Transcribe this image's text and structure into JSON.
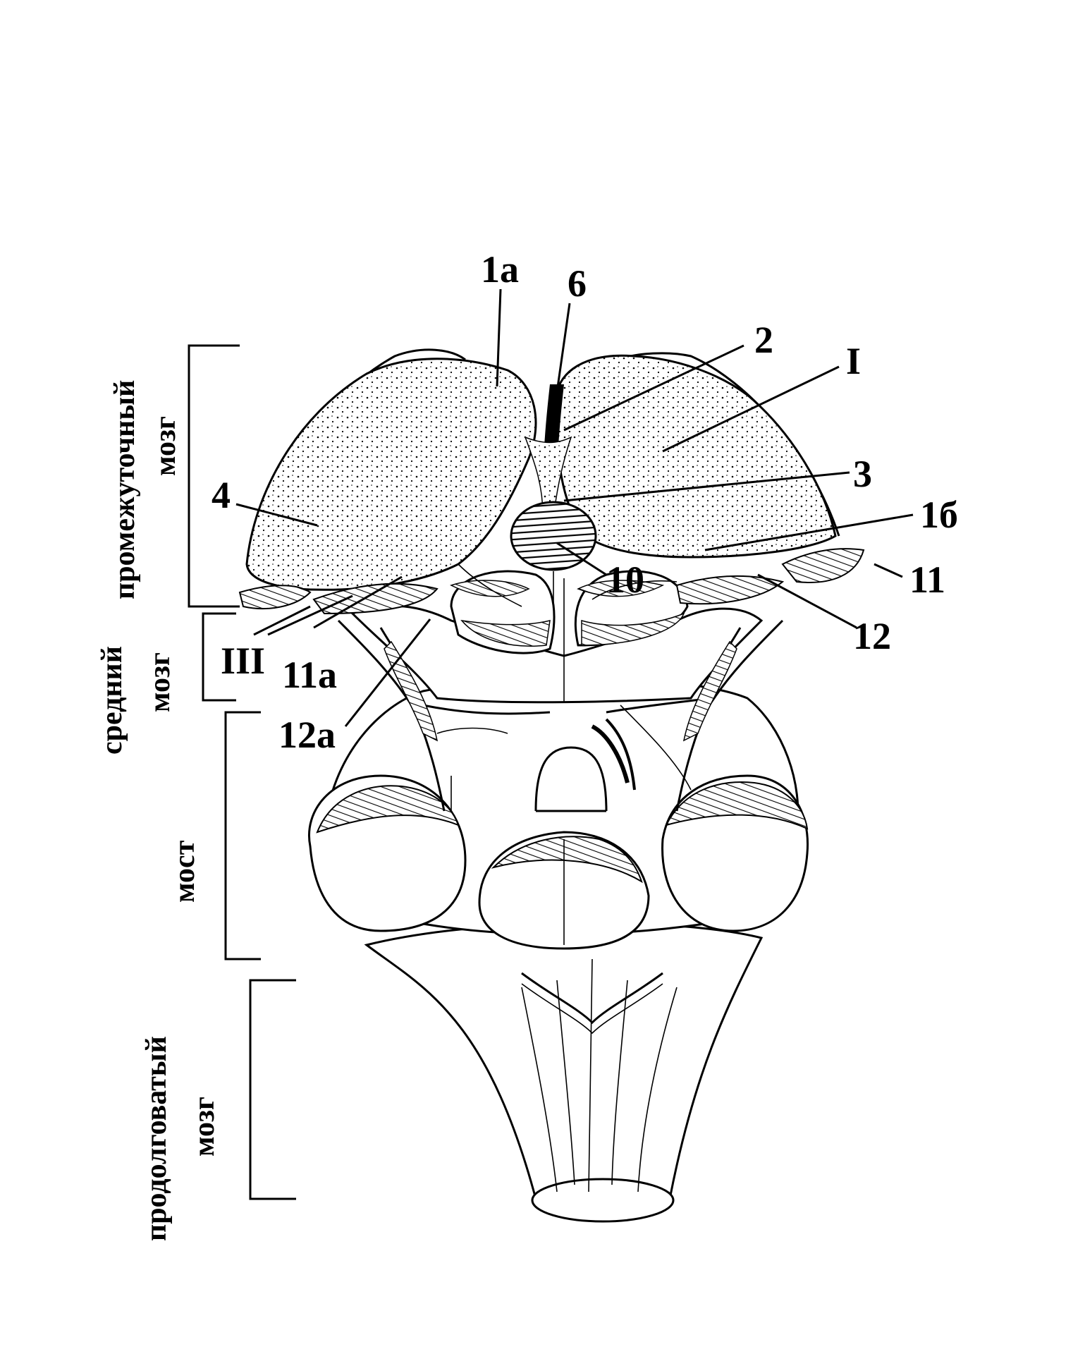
{
  "labels": {
    "l1a": "1а",
    "l6": "6",
    "l2": "2",
    "lI": "I",
    "l3": "3",
    "l4": "4",
    "l1b": "1б",
    "l10": "10",
    "l11": "11",
    "l12": "12",
    "lIII": "III",
    "l11a": "11а",
    "l12a": "12а"
  },
  "sections": {
    "diencephalon_line1": "промежуточный",
    "diencephalon_line2": "мозг",
    "midbrain_line1": "средний",
    "midbrain_line2": "мозг",
    "pons": "мост",
    "medulla_line1": "продолговатый",
    "medulla_line2": "мозг"
  }
}
